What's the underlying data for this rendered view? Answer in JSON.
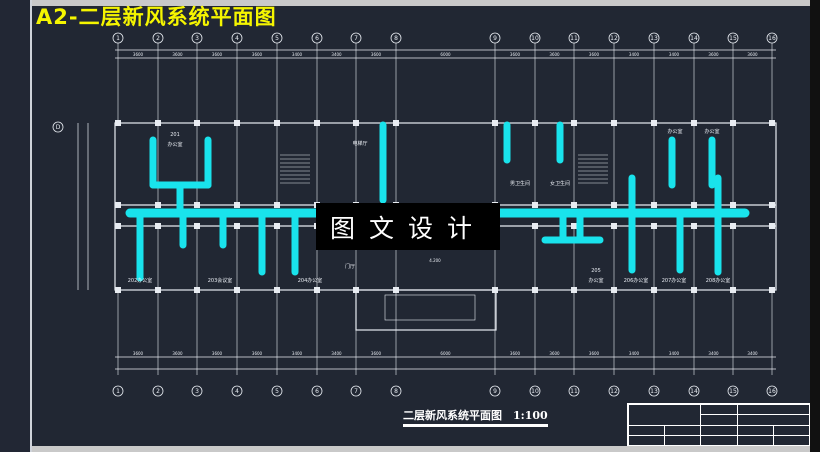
{
  "title": "A2-二层新风系统平面图",
  "overlay_text": "图文设计",
  "caption": "二层新风系统平面图　1:100",
  "axes": {
    "top_labels": [
      "1",
      "2",
      "3",
      "4",
      "5",
      "6",
      "7",
      "8",
      "9",
      "10",
      "11",
      "12",
      "13",
      "14",
      "15",
      "16"
    ],
    "bottom_labels": [
      "1",
      "2",
      "3",
      "4",
      "5",
      "6",
      "7",
      "8",
      "9",
      "10",
      "11",
      "12",
      "13",
      "14",
      "15",
      "16"
    ],
    "side_label": "D"
  },
  "dimensions": {
    "top": [
      "3600",
      "3600",
      "3600",
      "3600",
      "3400",
      "3400",
      "3600",
      "6000",
      "3600",
      "3600",
      "3600",
      "3400",
      "3400",
      "3600",
      "3600"
    ],
    "bottom": [
      "3600",
      "3600",
      "3600",
      "3600",
      "3400",
      "3400",
      "3600",
      "6000",
      "3600",
      "3600",
      "3600",
      "3400",
      "3400",
      "3400",
      "3400"
    ]
  },
  "rooms": [
    {
      "label": "201"
    },
    {
      "label": "办公室"
    },
    {
      "label": "电梯厅"
    },
    {
      "label": "202办公室"
    },
    {
      "label": "203会议室"
    },
    {
      "label": "204办公室"
    },
    {
      "label": "门厅"
    },
    {
      "label": "男卫生间"
    },
    {
      "label": "女卫生间"
    },
    {
      "label": "办公室"
    },
    {
      "label": "办公室"
    },
    {
      "label": "205"
    },
    {
      "label": "办公室"
    },
    {
      "label": "206办公室"
    },
    {
      "label": "207办公室"
    },
    {
      "label": "208办公室"
    }
  ],
  "elevation": "4.200",
  "colors": {
    "duct": "#19e3ec",
    "lines": "#e8ecf2",
    "background": "#212733",
    "title": "#f5f500"
  }
}
